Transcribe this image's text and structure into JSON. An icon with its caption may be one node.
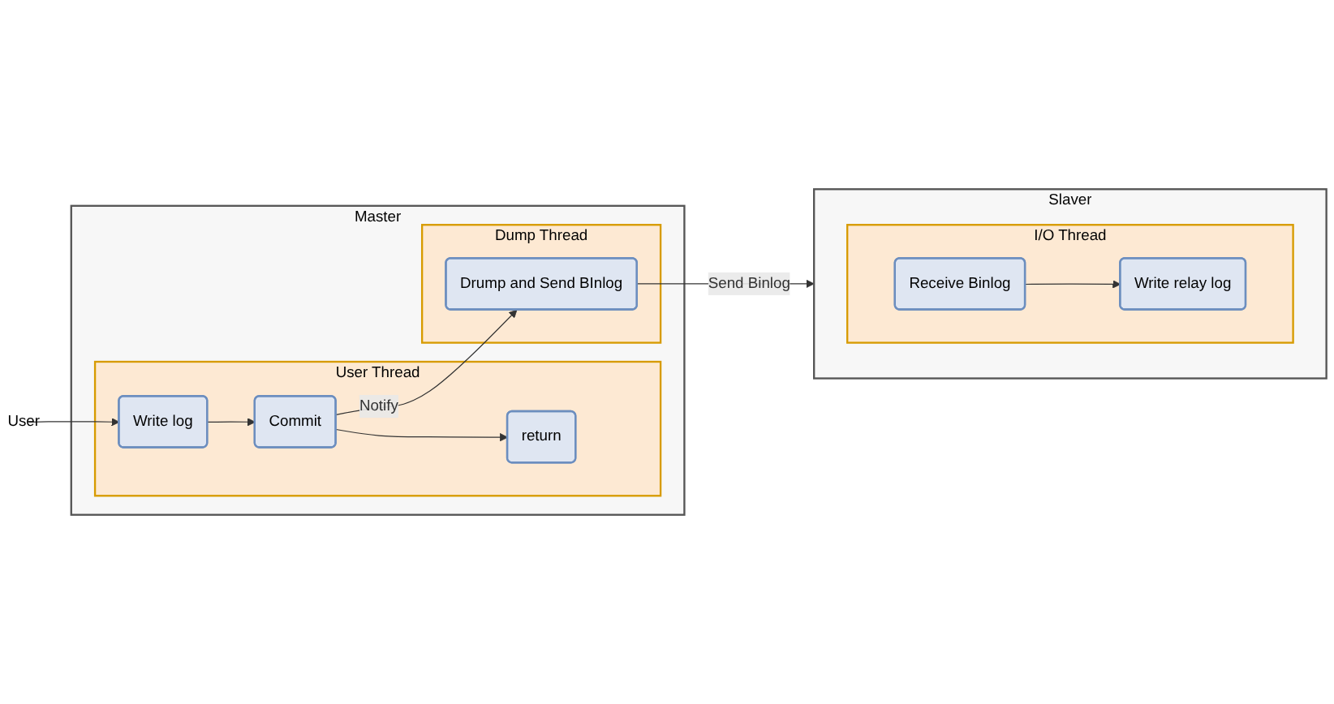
{
  "diagram": {
    "nodes": [
      {
        "text": [
          "User"
        ]
      },
      {
        "text": [
          "Master"
        ]
      },
      {
        "text": [
          "User Thread"
        ],
        "in": 1
      },
      {
        "text": [
          "Write log"
        ],
        "in": 2
      },
      {
        "text": [
          "Commit"
        ],
        "in": 2
      },
      {
        "text": [
          "return"
        ],
        "in": 2
      },
      {
        "text": [
          "Dump Thread"
        ],
        "in": 1
      },
      {
        "text": [
          "Drump and Send BInlog"
        ],
        "in": 6
      },
      {
        "text": [
          "Slaver"
        ]
      },
      {
        "text": [
          "I/O Thread"
        ],
        "in": 8
      },
      {
        "text": [
          "Receive Binlog"
        ],
        "in": 9
      },
      {
        "text": [
          "Write relay log"
        ],
        "in": 9
      }
    ],
    "edges": [
      {
        "from": 0,
        "to": 3,
        "arrow": "to"
      },
      {
        "from": 3,
        "to": 4,
        "arrow": "to"
      },
      {
        "from": 4,
        "to": 5,
        "arrow": "to"
      },
      {
        "from": 4,
        "to": 7,
        "label": "Notify",
        "arrow": "to"
      },
      {
        "from": 7,
        "to": 8,
        "label": "Send Binlog",
        "arrow": "to"
      },
      {
        "from": 10,
        "to": 11,
        "arrow": "to"
      }
    ]
  }
}
